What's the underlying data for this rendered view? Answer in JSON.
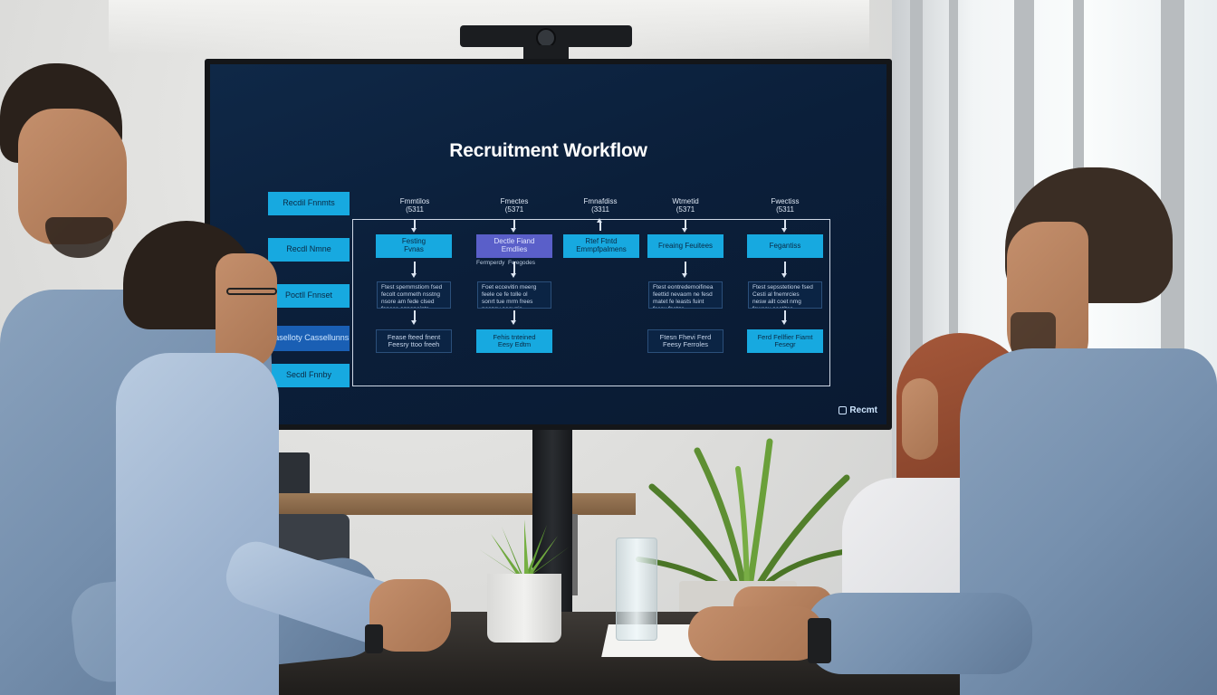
{
  "screen": {
    "title": "Recruitment Workflow",
    "logo_text": "Recmt",
    "logo_icon": "grid-logo-icon",
    "colors": {
      "screen_bg": "#0b1f3a",
      "box_cyan": "#17a9e0",
      "box_violet": "#5a5fc9",
      "frame": "#cfd8e6"
    },
    "side_boxes": [
      "Recdil Fnnmts",
      "Recdl Nmne",
      "Poctll Fnnset",
      "Caselloty Cassellunns",
      "Secdl Fnnby"
    ],
    "columns": [
      {
        "head": "Fmmtilos\n(5311",
        "stage": "Festing\nFvnas",
        "step": "Ftest spemmstiom fsed\nfecolt commeth nsstng\nnsore am fede clsed\nfaness apnopoints",
        "output": "Fease fteed fnent\nFeesry ttoo freeh"
      },
      {
        "head": "Fmectes\n(5371",
        "stage": "Dectle Fiand\nEmdlies",
        "note": "Fermperdy  Fwegodes",
        "step": "Foet eccevitin meerg\nfeele ce fe tolle ol\nsonrt tue mrm frees\nnesnsy aeevgis",
        "output": "Fehis tnteined\nEesy Edtm"
      },
      {
        "head": "Fmnafdiss\n(3311",
        "stage": "Rtef Ftntd\nEmmpfpalmens"
      },
      {
        "head": "Wtmetid\n(5371",
        "stage": "Freaing Feuitees",
        "step": "Ftest eontredemoifinea\nfeettid nevaom ne fesd\nmatet fe leasts fuint\nfessy fnetgs",
        "output": "Ftesn Fhevi Ferd\nFeesy Ferroles"
      },
      {
        "head": "Fwectiss\n(5311",
        "stage": "Fegantiss",
        "step": "Ftest sepsstetione fsed\nCesti al fnemrcies\nnesw ailt coet nmg\nfewsoy oeetites",
        "output": "Ferd Fellfier Fiamt\nFesegr"
      }
    ]
  }
}
